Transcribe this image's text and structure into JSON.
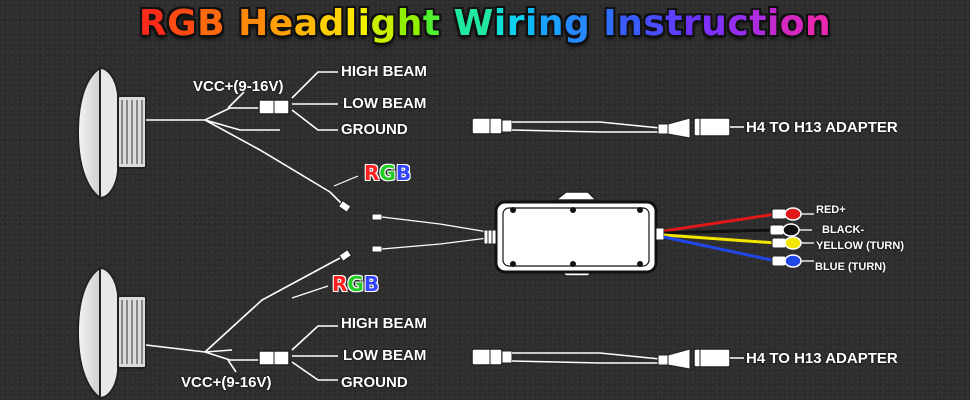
{
  "title": {
    "letters": [
      {
        "ch": "R",
        "color": "#ff2a1a"
      },
      {
        "ch": "G",
        "color": "#ff4a14"
      },
      {
        "ch": "B",
        "color": "#ff6a10"
      },
      {
        "ch": " ",
        "color": "#ffffff"
      },
      {
        "ch": "H",
        "color": "#ff8a0a"
      },
      {
        "ch": "e",
        "color": "#ffa008"
      },
      {
        "ch": "a",
        "color": "#ffb806"
      },
      {
        "ch": "d",
        "color": "#ffd004"
      },
      {
        "ch": "l",
        "color": "#ffe400"
      },
      {
        "ch": "i",
        "color": "#f2f000"
      },
      {
        "ch": "g",
        "color": "#c8f000"
      },
      {
        "ch": "h",
        "color": "#90f000"
      },
      {
        "ch": "t",
        "color": "#50f030"
      },
      {
        "ch": " ",
        "color": "#ffffff"
      },
      {
        "ch": "W",
        "color": "#20e8a0"
      },
      {
        "ch": "i",
        "color": "#10e0d8"
      },
      {
        "ch": "r",
        "color": "#10d0f0"
      },
      {
        "ch": "i",
        "color": "#10b8f8"
      },
      {
        "ch": "n",
        "color": "#1aa0ff"
      },
      {
        "ch": "g",
        "color": "#2688ff"
      },
      {
        "ch": " ",
        "color": "#ffffff"
      },
      {
        "ch": "I",
        "color": "#3070ff"
      },
      {
        "ch": "n",
        "color": "#3a5cff"
      },
      {
        "ch": "s",
        "color": "#4a4cff"
      },
      {
        "ch": "t",
        "color": "#5a40ff"
      },
      {
        "ch": "r",
        "color": "#6c34ff"
      },
      {
        "ch": "u",
        "color": "#8030ff"
      },
      {
        "ch": "c",
        "color": "#962ef0"
      },
      {
        "ch": "t",
        "color": "#ac2ce0"
      },
      {
        "ch": "i",
        "color": "#c02ad0"
      },
      {
        "ch": "o",
        "color": "#d428c0"
      },
      {
        "ch": "n",
        "color": "#e828b0"
      }
    ]
  },
  "top_lamp": {
    "vcc_label": "VCC+(9-16V)",
    "high_beam_label": "HIGH BEAM",
    "low_beam_label": "LOW BEAM",
    "ground_label": "GROUND",
    "adapter_label": "H4 TO H13 ADAPTER"
  },
  "bottom_lamp": {
    "vcc_label": "VCC+(9-16V)",
    "high_beam_label": "HIGH BEAM",
    "low_beam_label": "LOW BEAM",
    "ground_label": "GROUND",
    "adapter_label": "H4 TO H13 ADAPTER"
  },
  "rgb_label": {
    "letters": [
      {
        "ch": "R",
        "color": "#ff2020"
      },
      {
        "ch": "G",
        "color": "#22cc22"
      },
      {
        "ch": "B",
        "color": "#3344ff"
      }
    ]
  },
  "controller_outputs": [
    {
      "label": "RED+",
      "color": "#e01818"
    },
    {
      "label": "BLACK-",
      "color": "#111111"
    },
    {
      "label": "YELLOW (TURN)",
      "color": "#f2e600"
    },
    {
      "label": "BLUE (TURN)",
      "color": "#2046e8"
    }
  ]
}
